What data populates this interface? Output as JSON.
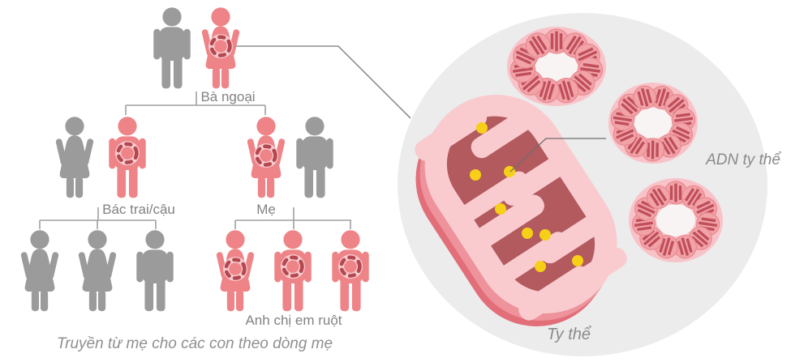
{
  "pedigree": {
    "generation1": {
      "label": "Bà ngoại",
      "persons": [
        {
          "sex": "male",
          "mtdna": false
        },
        {
          "sex": "female",
          "mtdna": true
        }
      ]
    },
    "generation2_left": {
      "label": "Bác trai/cậu",
      "persons": [
        {
          "sex": "female",
          "mtdna": false
        },
        {
          "sex": "male",
          "mtdna": true
        }
      ]
    },
    "generation2_right": {
      "label": "Mẹ",
      "persons": [
        {
          "sex": "female",
          "mtdna": true
        },
        {
          "sex": "male",
          "mtdna": false
        }
      ]
    },
    "generation3_left": {
      "persons": [
        {
          "sex": "female",
          "mtdna": false
        },
        {
          "sex": "female",
          "mtdna": false
        },
        {
          "sex": "male",
          "mtdna": false
        }
      ]
    },
    "generation3_right": {
      "label": "Anh chị em ruột",
      "persons": [
        {
          "sex": "female",
          "mtdna": true
        },
        {
          "sex": "male",
          "mtdna": true
        },
        {
          "sex": "male",
          "mtdna": true
        }
      ]
    },
    "caption": "Truyền từ mẹ cho các con theo dòng mẹ"
  },
  "cell_diagram": {
    "labels": {
      "mitochondrial_dna": "ADN ty thể",
      "mitochondrion": "Ty thể"
    },
    "nucleoid_count": 8,
    "dna_circle_count": 3
  },
  "colors": {
    "figure_pink": "#ee8487",
    "figure_gray": "#9b9b9b",
    "ring_band": "#f7ccd0",
    "ring_dash": "#b5484f",
    "cell_bg": "#ececec",
    "membrane": "#f9cbcf",
    "membrane_rim": "#ee939b",
    "membrane_rim_deep": "#e26e79",
    "matrix": "#b25a5e",
    "nucleoid_yellow": "#f6cf17",
    "dna_blob": "#f8c3c8",
    "dna_bead": "#f1a3a8",
    "dna_bead_edge": "#e8888f",
    "dna_stripe": "#c04f5b",
    "label_gray": "#828282",
    "line_gray": "#a0a0a0"
  }
}
